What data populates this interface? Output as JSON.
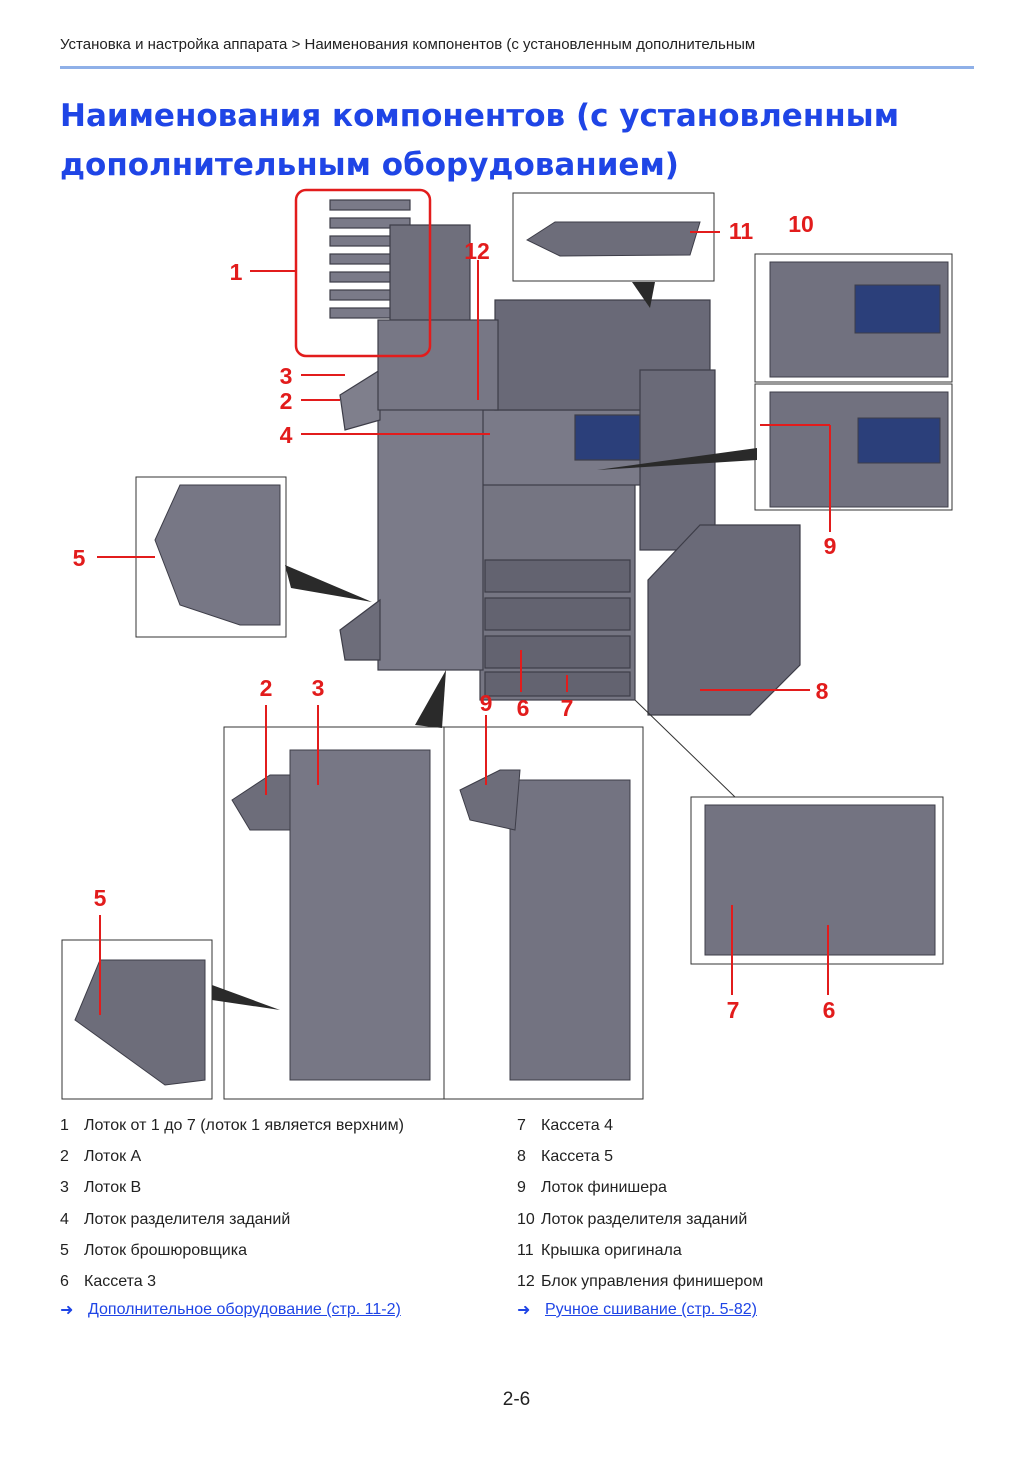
{
  "header": {
    "breadcrumb": "Установка и настройка аппарата > Наименования компонентов (с установленным дополнительным"
  },
  "page": {
    "title": "Наименования компонентов (с установленным дополнительным оборудованием)",
    "number": "2-6"
  },
  "figure": {
    "callouts": [
      "1",
      "12",
      "11",
      "10",
      "3",
      "2",
      "4",
      "5",
      "9",
      "8",
      "2",
      "3",
      "9",
      "6",
      "7",
      "5",
      "7",
      "6"
    ]
  },
  "legend": {
    "left": [
      {
        "num": "1",
        "text": "Лоток от 1 до 7 (лоток 1 является верхним)"
      },
      {
        "num": "2",
        "text": "Лоток A"
      },
      {
        "num": "3",
        "text": "Лоток B"
      },
      {
        "num": "4",
        "text": "Лоток разделителя заданий"
      },
      {
        "num": "5",
        "text": "Лоток брошюровщика"
      },
      {
        "num": "6",
        "text": "Кассета 3"
      }
    ],
    "right": [
      {
        "num": "7",
        "text": "Кассета 4"
      },
      {
        "num": "8",
        "text": "Кассета 5"
      },
      {
        "num": "9",
        "text": "Лоток финишера"
      },
      {
        "num": "10",
        "text": "Лоток разделителя заданий"
      },
      {
        "num": "11",
        "text": "Крышка оригинала"
      },
      {
        "num": "12",
        "text": "Блок управления финишером"
      }
    ]
  },
  "links": {
    "left": "Дополнительное оборудование (стр. 11-2)",
    "right": "Ручное сшивание (стр. 5-82)"
  },
  "colors": {
    "accent": "#1f45e6",
    "callout_red": "#e21c1c",
    "rule": "#8fb0e8",
    "device_gray": "#6d6d7a"
  }
}
